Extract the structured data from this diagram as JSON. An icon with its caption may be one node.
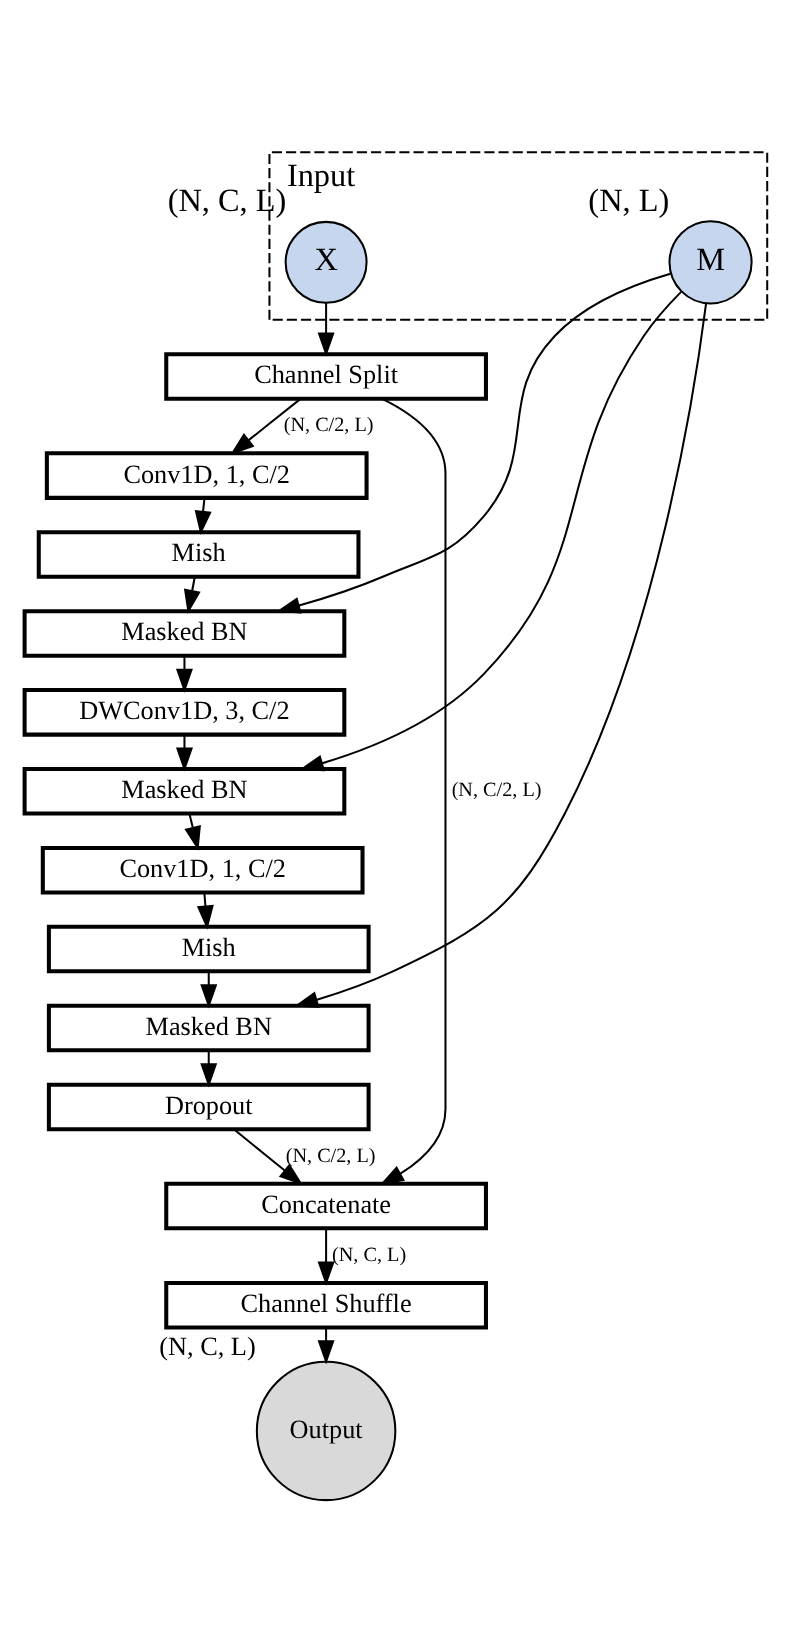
{
  "diagram": {
    "nodes": [
      {
        "text": [
          "Input"
        ]
      },
      {
        "text": [
          "X"
        ],
        "in": 0,
        "beside": [
          "(N, C, L)"
        ]
      },
      {
        "text": [
          "M"
        ],
        "in": 0,
        "beside": [
          "(N, L)"
        ]
      },
      {
        "text": [
          "Channel Split"
        ]
      },
      {
        "text": [
          "Conv1D, 1, C/2"
        ]
      },
      {
        "text": [
          "Mish"
        ]
      },
      {
        "text": [
          "Masked BN"
        ]
      },
      {
        "text": [
          "DWConv1D, 3, C/2"
        ]
      },
      {
        "text": [
          "Masked BN"
        ]
      },
      {
        "text": [
          "Conv1D, 1, C/2"
        ]
      },
      {
        "text": [
          "Mish"
        ]
      },
      {
        "text": [
          "Masked BN"
        ]
      },
      {
        "text": [
          "Dropout"
        ]
      },
      {
        "text": [
          "Concatenate"
        ]
      },
      {
        "text": [
          "Channel Shuffle"
        ]
      },
      {
        "text": [
          "Output"
        ],
        "beside": [
          "(N, C, L)"
        ]
      }
    ],
    "edges": [
      {
        "from": 1,
        "to": 3,
        "arrow": "to"
      },
      {
        "from": 3,
        "to": 4,
        "arrow": "to",
        "label": "(N, C/2, L)"
      },
      {
        "from": 3,
        "to": 13,
        "arrow": "to",
        "label": "(N, C/2, L)"
      },
      {
        "from": 4,
        "to": 5,
        "arrow": "to"
      },
      {
        "from": 5,
        "to": 6,
        "arrow": "to"
      },
      {
        "from": 6,
        "to": 7,
        "arrow": "to"
      },
      {
        "from": 7,
        "to": 8,
        "arrow": "to"
      },
      {
        "from": 8,
        "to": 9,
        "arrow": "to"
      },
      {
        "from": 9,
        "to": 10,
        "arrow": "to"
      },
      {
        "from": 10,
        "to": 11,
        "arrow": "to"
      },
      {
        "from": 11,
        "to": 12,
        "arrow": "to"
      },
      {
        "from": 12,
        "to": 13,
        "arrow": "to",
        "label": "(N, C/2, L)"
      },
      {
        "from": 13,
        "to": 14,
        "arrow": "to",
        "label": "(N, C, L)"
      },
      {
        "from": 14,
        "to": 15,
        "arrow": "to"
      },
      {
        "from": 2,
        "to": 6,
        "arrow": "to"
      },
      {
        "from": 2,
        "to": 8,
        "arrow": "to"
      },
      {
        "from": 2,
        "to": 11,
        "arrow": "to"
      }
    ]
  }
}
